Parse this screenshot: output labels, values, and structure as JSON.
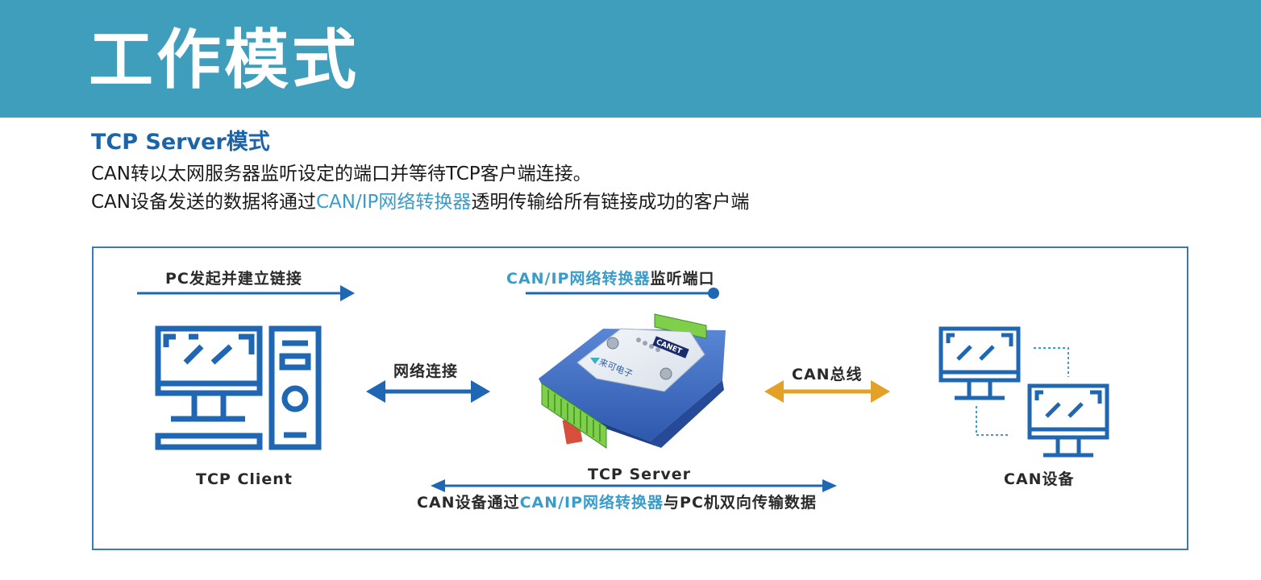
{
  "banner": {
    "title": "工作模式"
  },
  "section": {
    "title": "TCP Server模式",
    "line1": "CAN转以太网服务器监听设定的端口并等待TCP客户端连接。",
    "line2_pre": "CAN设备发送的数据将通过",
    "line2_hl": "CAN/IP网络转换器",
    "line2_post": "透明传输给所有链接成功的客户端"
  },
  "diagram": {
    "pc_connect": "PC发起并建立链接",
    "listen_hl": "CAN/IP网络转换器",
    "listen_post": "监听端口",
    "network_link": "网络连接",
    "can_bus": "CAN总线",
    "tcp_client": "TCP Client",
    "tcp_server": "TCP Server",
    "can_device": "CAN设备",
    "bottom_pre": "CAN设备通过",
    "bottom_hl": "CAN/IP网络转换器",
    "bottom_post": "与PC机双向传输数据",
    "device_brand": "CANET",
    "device_maker": "来可电子"
  },
  "colors": {
    "banner": "#3f9ebb",
    "title_blue": "#1c64a8",
    "highlight": "#3a9cc9",
    "icon_blue": "#1f66b3",
    "bus_orange": "#e3a227"
  },
  "icons": [
    "desktop-computer-icon",
    "monitor-icon",
    "double-arrow-icon",
    "canet-converter-device"
  ]
}
